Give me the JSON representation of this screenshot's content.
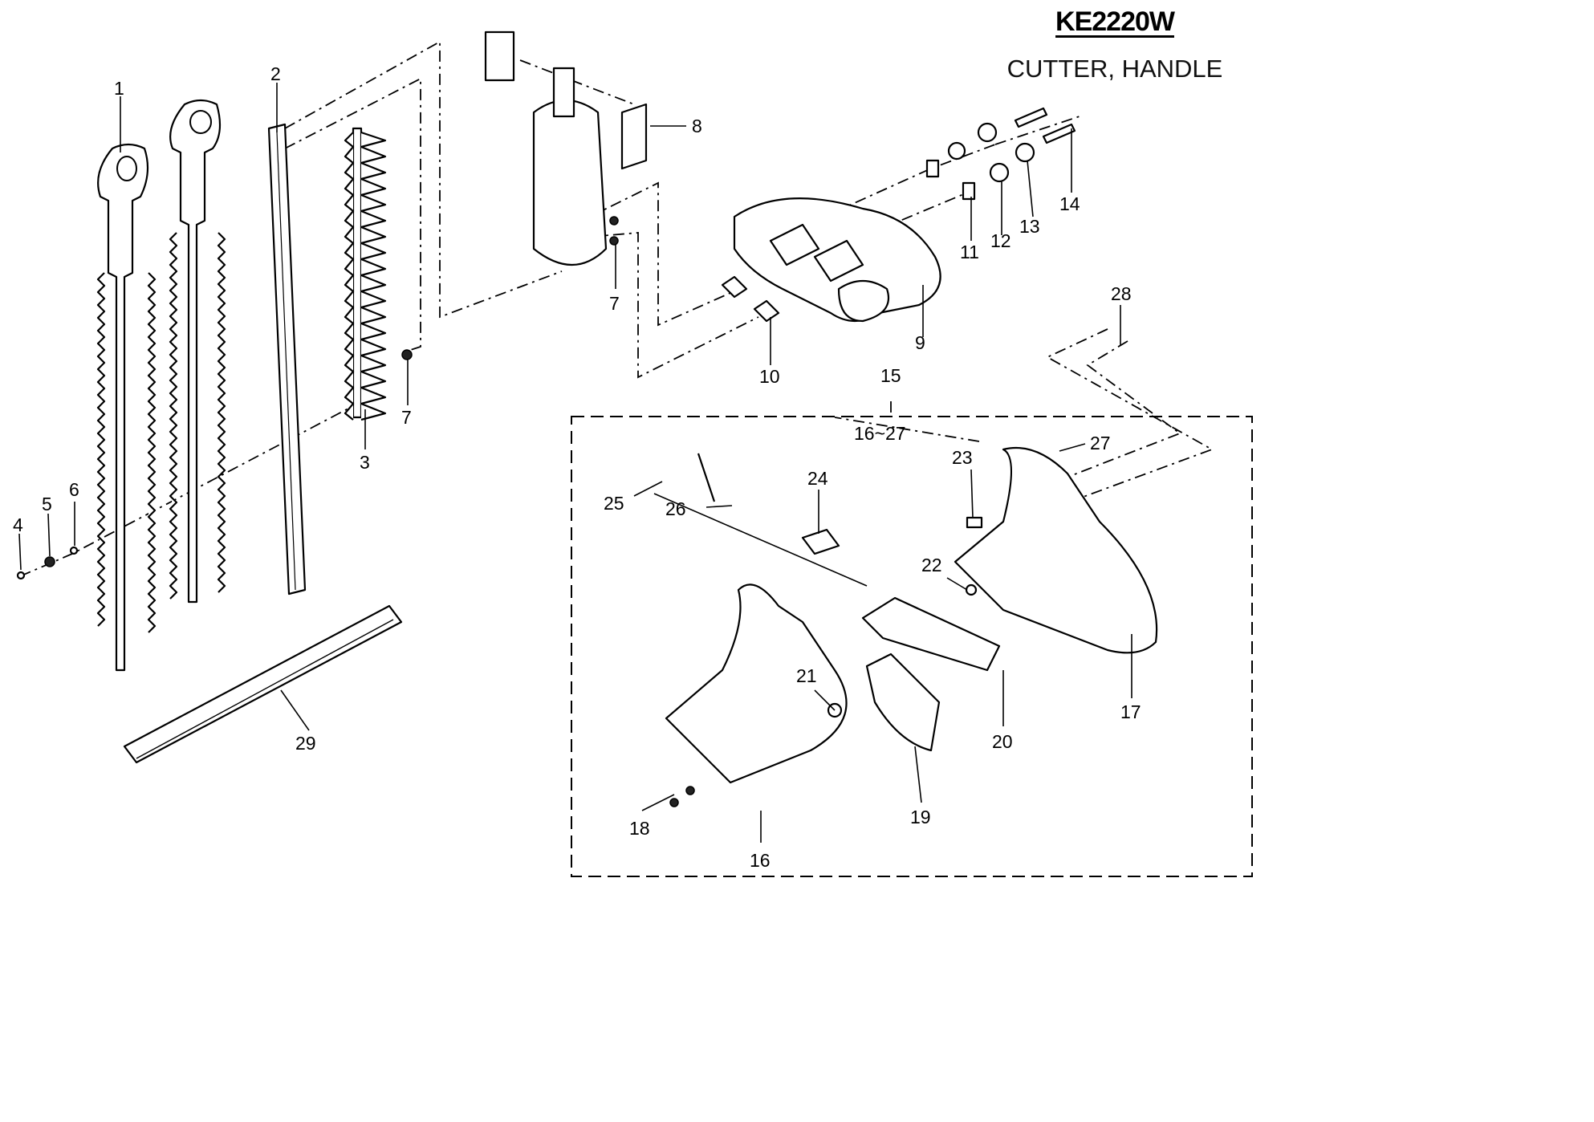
{
  "header": {
    "model": "KE2220W",
    "section": "CUTTER, HANDLE"
  },
  "callouts": {
    "c1": "1",
    "c2": "2",
    "c3": "3",
    "c4": "4",
    "c5": "5",
    "c6": "6",
    "c7a": "7",
    "c7b": "7",
    "c8": "8",
    "c9": "9",
    "c10": "10",
    "c11": "11",
    "c12": "12",
    "c13": "13",
    "c14": "14",
    "c15": "15",
    "c16range": "16~27",
    "c16": "16",
    "c17": "17",
    "c18": "18",
    "c19": "19",
    "c20": "20",
    "c21": "21",
    "c22": "22",
    "c23": "23",
    "c24": "24",
    "c25": "25",
    "c26": "26",
    "c27": "27",
    "c28": "28",
    "c29": "29"
  }
}
